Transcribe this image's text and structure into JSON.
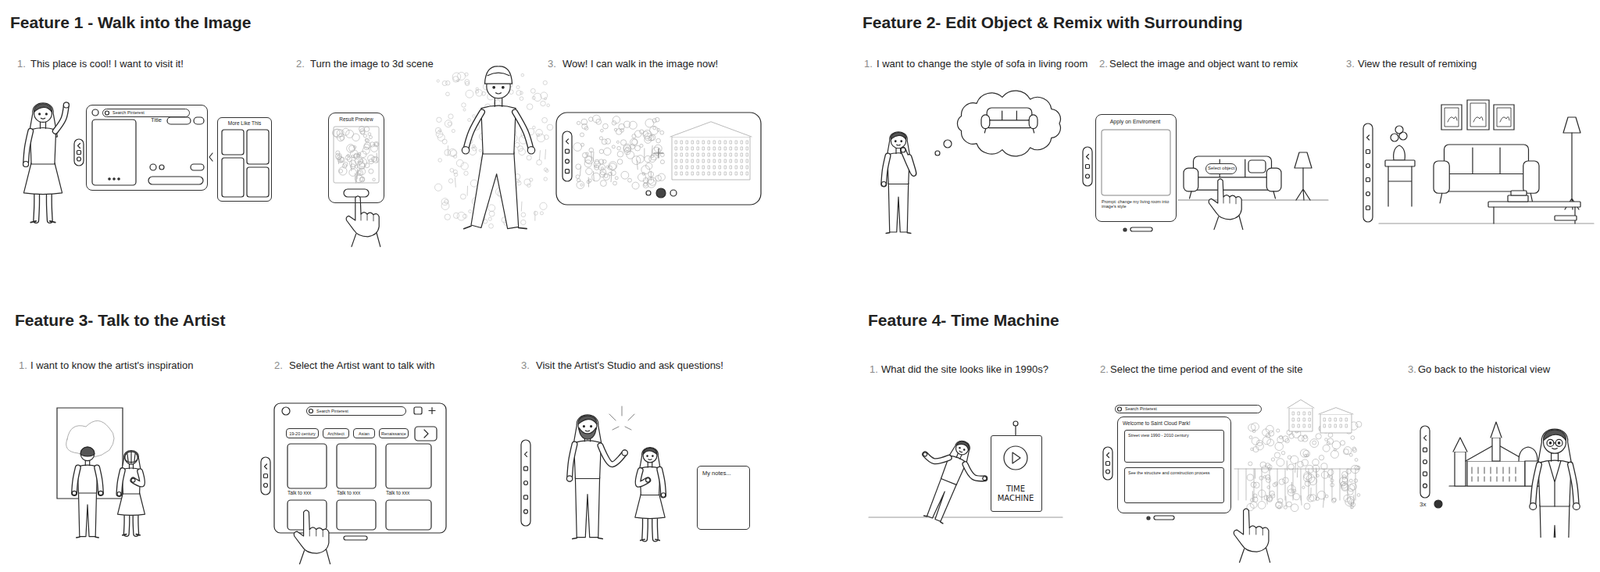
{
  "diagram": {
    "nodes": [
      {
        "text": [
          "Title"
        ]
      },
      {
        "text": [
          "Search Pinterest"
        ],
        "in": 0
      },
      {
        "text": [
          "More Like This"
        ]
      },
      {
        "text": [
          "Result Preview"
        ]
      },
      {
        "text": [
          "Apply on Enviroment",
          "Prompt: change my living room into image's style"
        ]
      },
      {
        "text": [
          "Select object"
        ]
      },
      {
        "text": [
          "Search Pinterest"
        ]
      },
      {
        "text": [
          "19-20 century"
        ]
      },
      {
        "text": [
          "Architect"
        ]
      },
      {
        "text": [
          "Asian"
        ]
      },
      {
        "text": [
          "Renaissance"
        ]
      },
      {
        "text": [
          "My notes..."
        ]
      },
      {
        "text": [
          "TIME MACHINE"
        ]
      },
      {
        "text": [
          "Search Pinterest"
        ]
      },
      {
        "text": [
          "Welcome to Saint Cloud Park!"
        ]
      },
      {
        "text": [
          "Street view 1990 - 2010 century"
        ],
        "in": 14
      },
      {
        "text": [
          "See the structure and construction process"
        ],
        "in": 14
      }
    ],
    "labels": [
      "Feature 1 - Walk into the Image",
      "1.",
      "This place is cool! I want to visit it!",
      "2.",
      "Turn the image to 3d scene",
      "3.",
      "Wow! I can walk in the image now!",
      "Feature 2- Edit Object & Remix with Surrounding",
      "1.",
      "I want to change the style of sofa in living room",
      "2.",
      "Select the image and object want to remix",
      "3.",
      "View the result of remixing",
      "Feature 3- Talk to the Artist",
      "1.",
      "I want to know the artist's inspiration",
      "2.",
      "Select the Artist want to talk with",
      "3.",
      "Visit the Artist's Studio and ask questions!",
      "Talk to xxx",
      "Talk to xxx",
      "Talk to xxx",
      "Feature 4- Time Machine",
      "1.",
      "What did the site looks like in 1990s?",
      "2.",
      "Select the time period and event of the site",
      "3.",
      "Go back to the historical view",
      "3x"
    ]
  }
}
